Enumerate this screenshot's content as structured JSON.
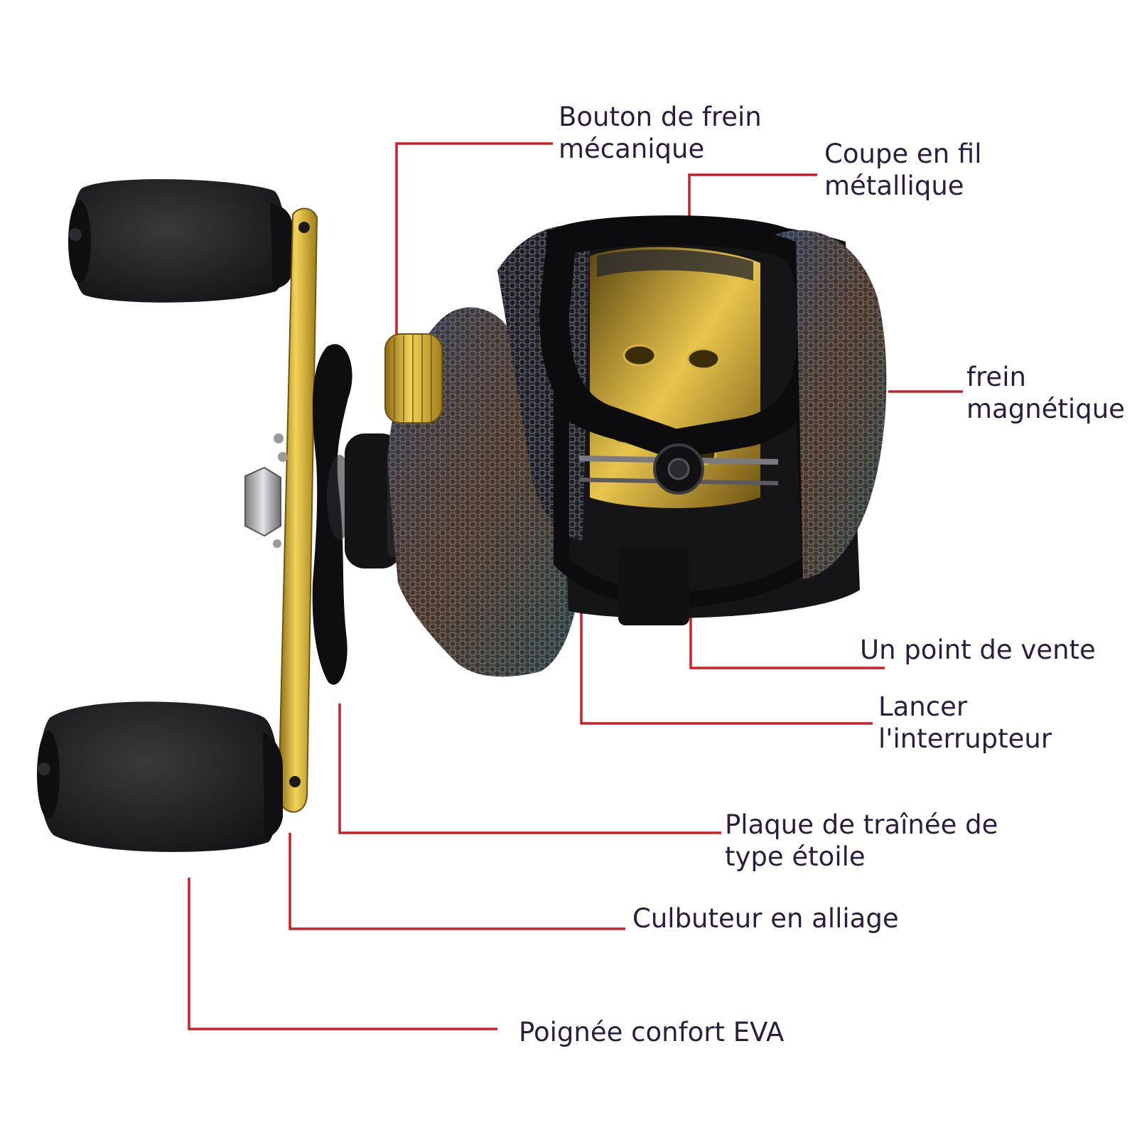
{
  "colors": {
    "leader": "#c8202a",
    "text": "#2a1e3a",
    "gold": "#c9a227",
    "body_dark": "#1b1b1f",
    "foam": "#202022"
  },
  "labels": {
    "mechanical_brake_knob": [
      "Bouton de frein",
      "mécanique"
    ],
    "wire_cutter": [
      "Coupe en fil",
      "métallique"
    ],
    "magnetic_brake": [
      "frein",
      "magnétique"
    ],
    "line_outlet": [
      "Un point de vente"
    ],
    "casting_switch": [
      "Lancer",
      "l'interrupteur"
    ],
    "star_drag": [
      "Plaque de traînée de",
      "type étoile"
    ],
    "alloy_rocker": [
      "Culbuteur en alliage"
    ],
    "eva_handle": [
      "Poignée confort EVA"
    ]
  }
}
